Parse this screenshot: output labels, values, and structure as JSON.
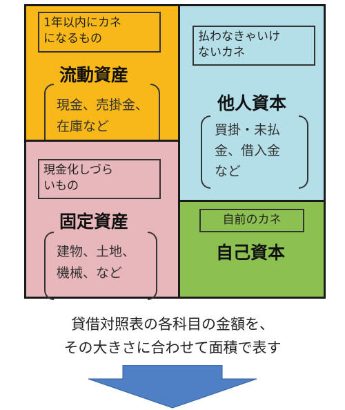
{
  "current_assets": {
    "note": [
      "1年以内にカネ",
      "になるもの"
    ],
    "title": "流動資産",
    "detail": [
      "現金、売掛金、",
      "在庫など"
    ],
    "color": "#f8b819"
  },
  "fixed_assets": {
    "note": [
      "現金化しづら",
      "いもの"
    ],
    "title": "固定資産",
    "detail": [
      "建物、土地、",
      "機械、など"
    ],
    "color": "#e8b7bb"
  },
  "liabilities": {
    "note": [
      "払わなきゃいけ",
      "ないカネ"
    ],
    "title": "他人資本",
    "detail": [
      "買掛・未払",
      "金、借入金",
      "など"
    ],
    "color": "#b5dfe8"
  },
  "equity": {
    "note": "自前のカネ",
    "title": "自己資本",
    "color": "#8cc152"
  },
  "caption": [
    "貸借対照表の各科目の金額を、",
    "その大きさに合わせて面積で表す"
  ],
  "arrow": {
    "icon": "down-arrow-icon",
    "color": "#4f7fc4"
  }
}
